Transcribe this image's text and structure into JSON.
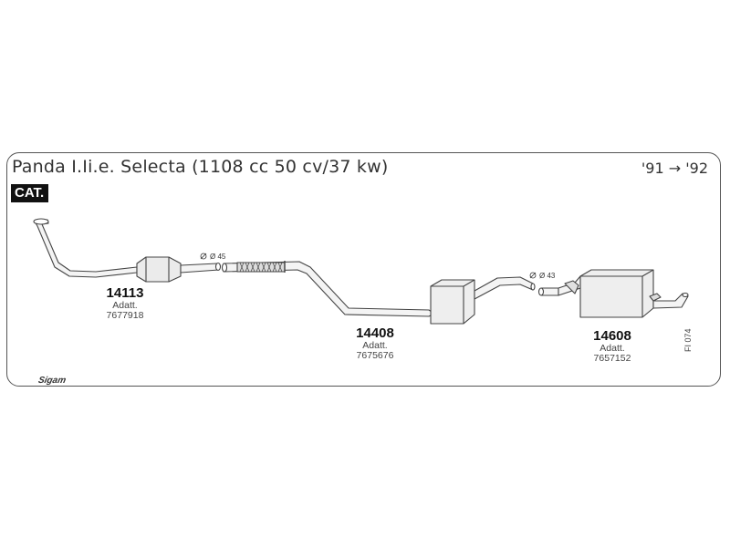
{
  "header": {
    "title": "Panda I.Ii.e. Selecta (1108 cc 50 cv/37 kw)",
    "years": "'91 → '92",
    "cat_label": "CAT."
  },
  "parts": [
    {
      "number": "14113",
      "adatt_label": "Adatt.",
      "oem": "7677918"
    },
    {
      "number": "14408",
      "adatt_label": "Adatt.",
      "oem": "7675676"
    },
    {
      "number": "14608",
      "adatt_label": "Adatt.",
      "oem": "7657152"
    }
  ],
  "diameters": [
    {
      "label": "Ø 45"
    },
    {
      "label": "Ø 43"
    }
  ],
  "figure_code": "FI 074",
  "brand_logo": "Sigam",
  "colors": {
    "line": "#444444",
    "fill": "#f2f2f2",
    "border": "#555555"
  }
}
